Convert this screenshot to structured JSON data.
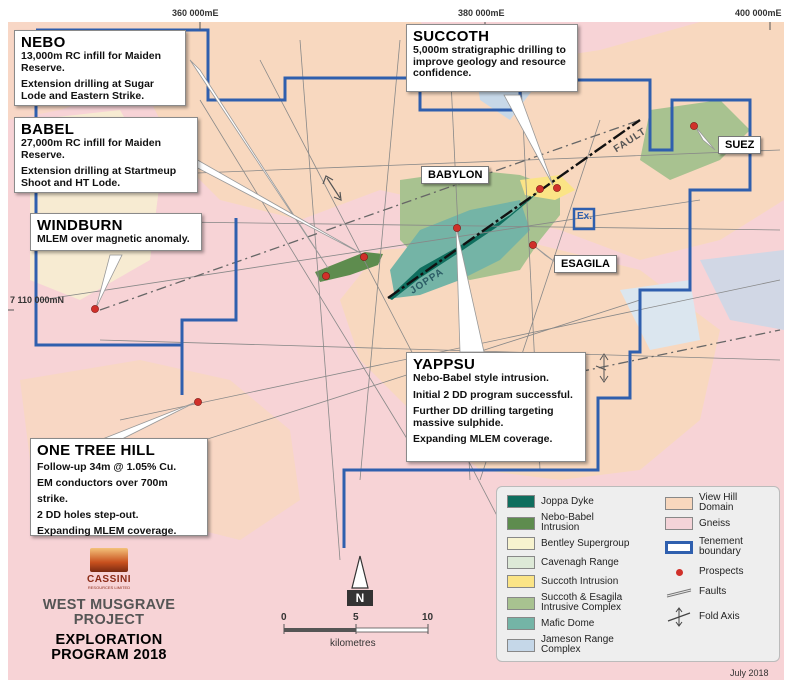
{
  "coordinates": {
    "e360": "360 000mE",
    "e380": "380 000mE",
    "e400": "400 000mE",
    "n7110": "7 110 000mN"
  },
  "callouts": {
    "nebo": {
      "title": "NEBO",
      "lines": [
        "13,000m RC infill for Maiden",
        "Reserve.",
        "",
        "Extension drilling at Sugar",
        "Lode and Eastern Strike."
      ]
    },
    "babel": {
      "title": "BABEL",
      "lines": [
        "27,000m RC infill for Maiden",
        "Reserve.",
        "",
        "Extension drilling at Startmeup",
        "Shoot and HT Lode."
      ]
    },
    "windburn": {
      "title": "WINDBURN",
      "lines": [
        "MLEM over magnetic anomaly."
      ]
    },
    "succoth": {
      "title": "SUCCOTH",
      "lines": [
        "5,000m stratigraphic drilling to",
        "improve geology and resource",
        "confidence."
      ]
    },
    "yappsu": {
      "title": "YAPPSU",
      "lines": [
        "Nebo-Babel style intrusion.",
        "",
        "Initial 2 DD program successful.",
        "",
        "Further DD drilling targeting",
        "massive sulphide.",
        "",
        "Expanding MLEM coverage."
      ]
    },
    "one_tree_hill": {
      "title": "ONE TREE HILL",
      "lines": [
        "Follow-up 34m @ 1.05% Cu.",
        "EM conductors over 700m strike.",
        "2 DD holes step-out.",
        "Expanding MLEM coverage."
      ]
    }
  },
  "prospect_labels": {
    "babylon": "BABYLON",
    "suez": "SUEZ",
    "esagila": "ESAGILA",
    "ex": "Ex."
  },
  "map_text": {
    "fault": "FAULT",
    "joppa": "JOPPA"
  },
  "legend": {
    "left": [
      {
        "label": "Joppa Dyke",
        "color": "#0f6e5e"
      },
      {
        "label": "Nebo-Babel\nIntrusion",
        "color": "#5e8c4e"
      },
      {
        "label": "Bentley Supergroup",
        "color": "#f7f3cf"
      },
      {
        "label": "Cavenagh Range",
        "color": "#dde9d7"
      },
      {
        "label": "Succoth Intrusion",
        "color": "#fbe486"
      },
      {
        "label": "Succoth & Esagila\nIntrusive Complex",
        "color": "#a8c290"
      },
      {
        "label": "Mafic Dome",
        "color": "#74b4a6"
      },
      {
        "label": "Jameson Range\nComplex",
        "color": "#c5d7e8"
      }
    ],
    "right": [
      {
        "label": "View Hill\nDomain",
        "color": "#f8d7bd"
      },
      {
        "label": "Gneiss",
        "color": "#f4d3d8"
      },
      {
        "label": "Tenement\nboundary",
        "color": "tenement"
      },
      {
        "label": "Prospects",
        "color": "prospect"
      },
      {
        "label": "Faults",
        "color": "fault"
      },
      {
        "label": "Fold Axis",
        "color": "fold"
      }
    ]
  },
  "scale": {
    "ticks": [
      "0",
      "5",
      "10"
    ],
    "unit": "kilometres"
  },
  "north_label": "N",
  "company": {
    "name": "CASSINI",
    "sub": "RESOURCES LIMITED"
  },
  "title": {
    "project": [
      "WEST MUSGRAVE",
      "PROJECT"
    ],
    "program": [
      "EXPLORATION",
      "PROGRAM 2018"
    ]
  },
  "date": "July 2018",
  "colors": {
    "tenement": "#2f5fae",
    "prospect": "#d0302a",
    "joppa_dyke": "#0f6e5e",
    "nebo_babel": "#5e8c4e"
  }
}
